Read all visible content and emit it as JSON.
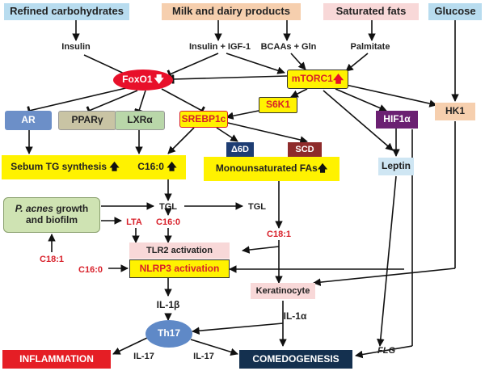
{
  "nodes": {
    "refined_carbs": "Refined carbohydrates",
    "milk_dairy": "Milk and dairy products",
    "saturated_fats": "Saturated fats",
    "glucose": "Glucose",
    "insulin": "Insulin",
    "insulin_igf1": "Insulin + IGF-1",
    "bcaas_gln": "BCAAs + Gln",
    "palmitate": "Palmitate",
    "foxo1": "FoxO1",
    "mtorc1": "mTORC1",
    "ar": "AR",
    "ppar": "PPARγ",
    "lxr": "LXRα",
    "srebp1c": "SREBP1c",
    "s6k1": "S6K1",
    "hif1a": "HIF1α",
    "hk1": "HK1",
    "d6d": "Δ6D",
    "scd": "SCD",
    "sebum_tg": "Sebum TG synthesis",
    "c160_top": "C16:0",
    "mufa": "Monounsaturated FAs",
    "leptin": "Leptin",
    "pacnes_italic": "P. acnes",
    "pacnes_rest": " growth",
    "pacnes_line2": "and biofilm",
    "tgl_mid": "TGL",
    "tgl_right": "TGL",
    "lta": "LTA",
    "c160_mid": "C16:0",
    "c181_right": "C18:1",
    "c181_left": "C18:1",
    "tlr2": "TLR2 activation",
    "nlrp3": "NLRP3 activation",
    "c160_left": "C16:0",
    "keratinocyte": "Keratinocyte",
    "il1b": "IL-1β",
    "il1a": "IL-1α",
    "th17": "Th17",
    "il17_left": "IL-17",
    "il17_right": "IL-17",
    "inflammation": "INFLAMMATION",
    "comedogenesis": "COMEDOGENESIS",
    "flg": "FLG"
  },
  "symbols": {
    "up_arrow": "🡅",
    "down_arrow": "🡇"
  },
  "colors": {
    "food_blue": "#b8dcef",
    "food_peach": "#f6cfae",
    "food_pink": "#f8d8d8",
    "foxo1_red": "#e8102a",
    "receptor_blue": "#6c8fc8",
    "ppar_khaki": "#c9c4a4",
    "lxr_green": "#b9d7a9",
    "highlight_yellow": "#fff200",
    "hif1a_purple": "#6b2072",
    "d6d_navy": "#1e3d73",
    "scd_maroon": "#8e2b2b",
    "pacnes_green": "#cfe3b3",
    "th17_blue": "#5f89c7",
    "inflammation_red": "#e51e25",
    "comedogenesis_navy": "#14304f",
    "label_red": "#d8202a"
  }
}
